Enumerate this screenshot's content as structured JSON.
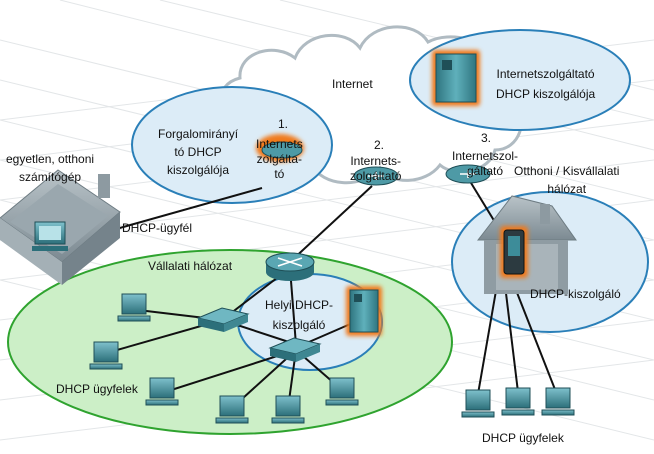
{
  "labels": {
    "internet": "Internet",
    "isp_server": [
      "Internetszolgáltató",
      "DHCP kiszolgálója"
    ],
    "router_server": [
      "Forgalomirányí",
      "tó DHCP",
      "kiszolgálója"
    ],
    "num1": "1.",
    "isp1": [
      "Internets",
      "zolgálta-",
      "tó"
    ],
    "num2": "2.",
    "isp2": [
      "Internets-",
      "zolgáltató"
    ],
    "num3": "3.",
    "isp3": [
      "Internetszol-",
      "gáltató"
    ],
    "single_home": [
      "egyetlen, otthoni",
      "számítógép"
    ],
    "dhcp_client": "DHCP-ügyfél",
    "soho": [
      "Otthoni / Kisvállalati",
      "hálózat"
    ],
    "dhcp_server": "DHCP-kiszolgáló",
    "corp_net": "Vállalati hálózat",
    "local_server": [
      "Helyi DHCP-",
      "kiszolgáló"
    ],
    "clients_left": "DHCP ügyfelek",
    "clients_right": "DHCP ügyfelek"
  },
  "colors": {
    "ellipse_blue": "#dcecf7",
    "ellipse_blue_stroke": "#2a7fb8",
    "ellipse_green": "#ccefc7",
    "ellipse_green_stroke": "#2fa32f",
    "cloud_fill": "#ffffff",
    "cloud_stroke": "#a8b4bc",
    "server_body": "#3d8c99",
    "server_glow": "#f07a1a",
    "house": "#8c9aa2",
    "device": "#2f7c8a"
  }
}
